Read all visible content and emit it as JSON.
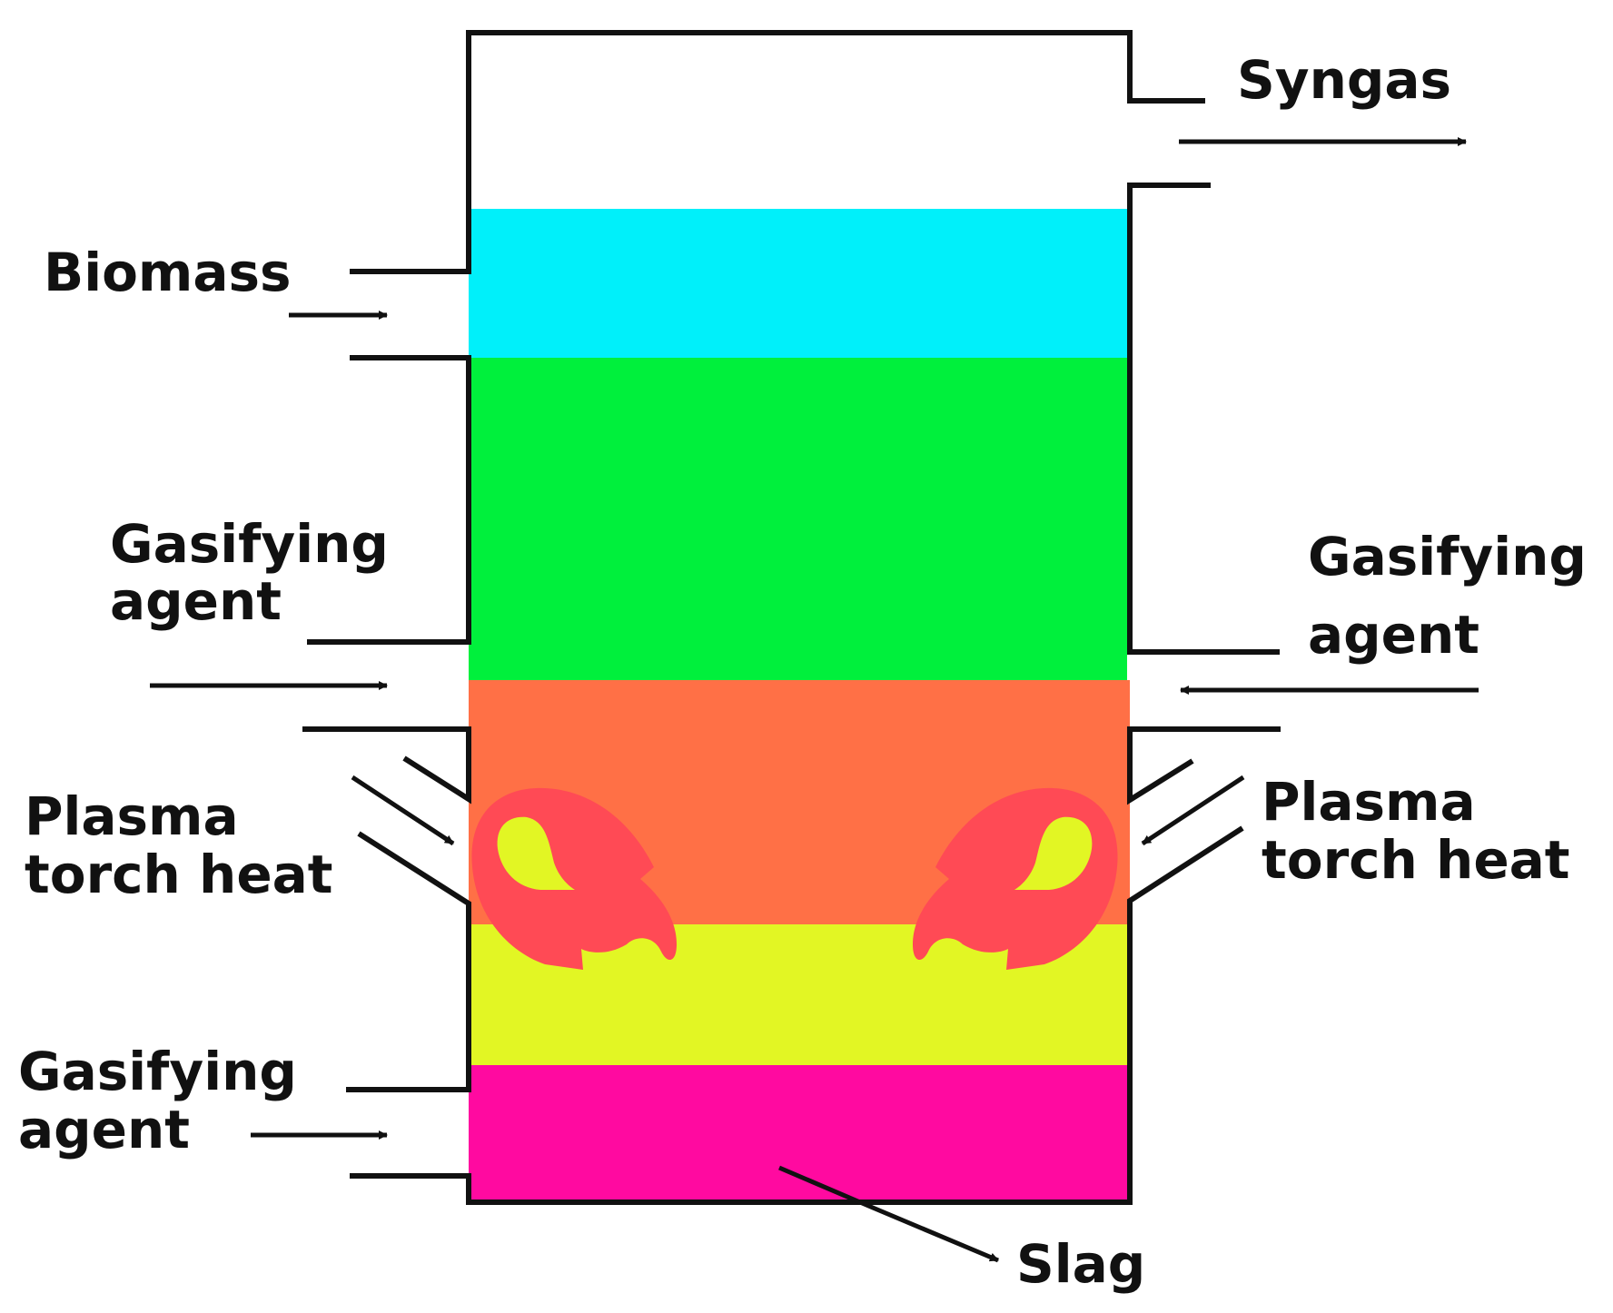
{
  "labels": {
    "syngas": "Syngas",
    "biomass": "Biomass",
    "gasifying_left_1": "Gasifying",
    "agent_left_1": "agent",
    "gasifying_right": "Gasifying",
    "agent_right": "agent",
    "plasma_left": "Plasma",
    "torch_heat_left": "torch heat",
    "plasma_right": "Plasma",
    "torch_heat_right": "torch heat",
    "gasifying_left_2": "Gasifying",
    "agent_left_2": "agent",
    "slag": "Slag"
  },
  "zone_colors": {
    "zone_1": "#00F0FA",
    "zone_2": "#00F03C",
    "zone_3": "#FF7046",
    "zone_4": "#E2F624",
    "zone_5": "#FF0AA0",
    "plasma_flame": "#FF4A55",
    "flame_core": "#E2F624"
  }
}
